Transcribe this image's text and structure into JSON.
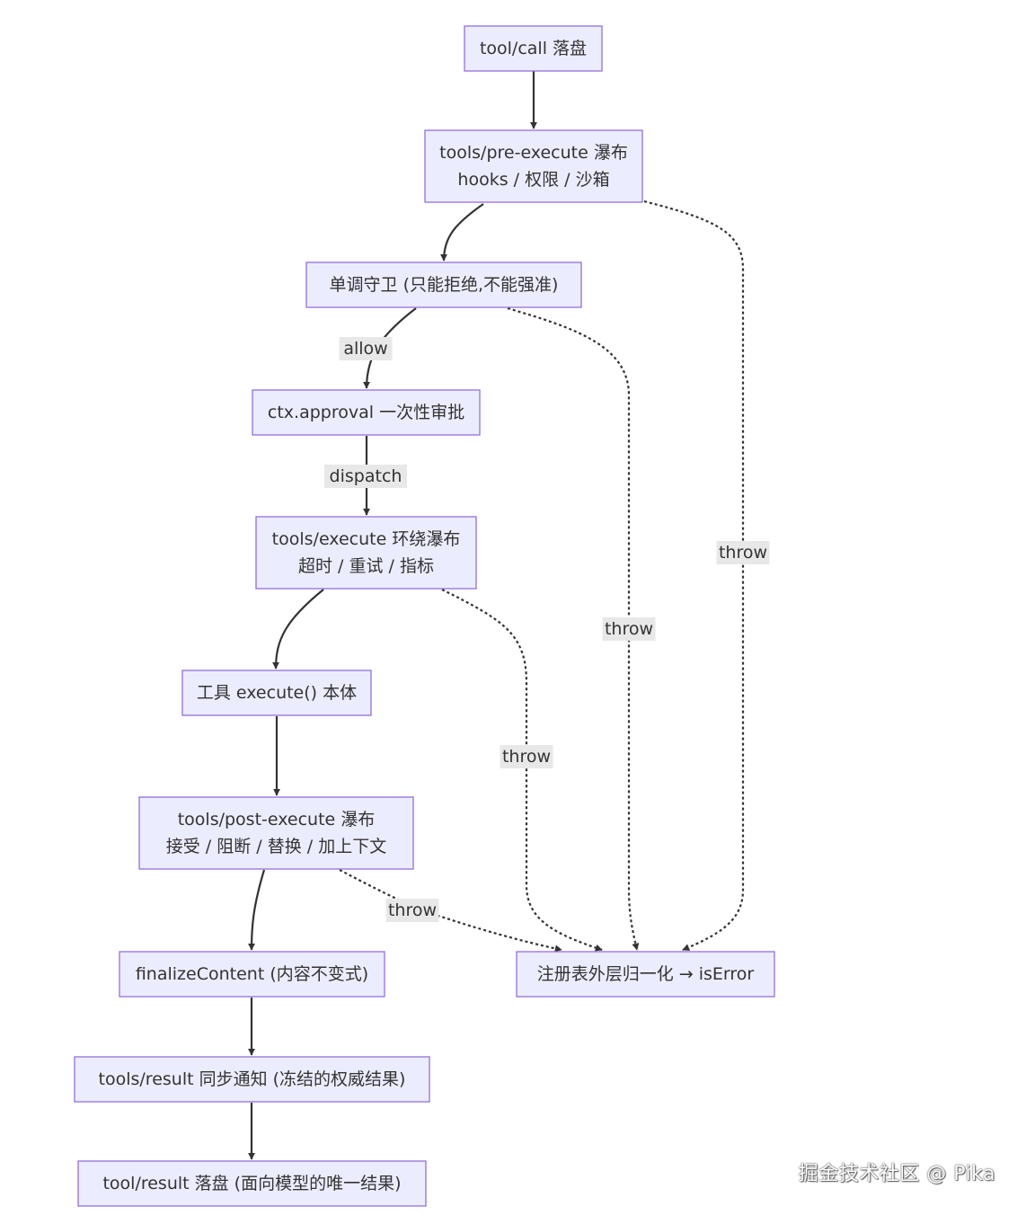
{
  "nodes": [
    {
      "id": "tool_call",
      "lines": [
        "tool/call 落盘"
      ]
    },
    {
      "id": "pre_execute",
      "lines": [
        "tools/pre-execute 瀑布",
        "hooks / 权限 / 沙箱"
      ]
    },
    {
      "id": "guard",
      "lines": [
        "单调守卫 (只能拒绝,不能强准)"
      ]
    },
    {
      "id": "approval",
      "lines": [
        "ctx.approval 一次性审批"
      ]
    },
    {
      "id": "execute_wrap",
      "lines": [
        "tools/execute 环绕瀑布",
        "超时 / 重试 / 指标"
      ]
    },
    {
      "id": "tool_body",
      "lines": [
        "工具 execute() 本体"
      ]
    },
    {
      "id": "post_execute",
      "lines": [
        "tools/post-execute 瀑布",
        "接受 / 阻断 / 替换 / 加上下文"
      ]
    },
    {
      "id": "finalize",
      "lines": [
        "finalizeContent (内容不变式)"
      ]
    },
    {
      "id": "result_sync",
      "lines": [
        "tools/result 同步通知 (冻结的权威结果)"
      ]
    },
    {
      "id": "tool_result",
      "lines": [
        "tool/result 落盘 (面向模型的唯一结果)"
      ]
    },
    {
      "id": "is_error",
      "lines": [
        "注册表外层归一化 → isError"
      ]
    }
  ],
  "edges": [
    {
      "from": "tool_call",
      "to": "pre_execute",
      "style": "solid",
      "label": ""
    },
    {
      "from": "pre_execute",
      "to": "guard",
      "style": "solid",
      "label": ""
    },
    {
      "from": "guard",
      "to": "approval",
      "style": "solid",
      "label": "allow"
    },
    {
      "from": "approval",
      "to": "execute_wrap",
      "style": "solid",
      "label": "dispatch"
    },
    {
      "from": "execute_wrap",
      "to": "tool_body",
      "style": "solid",
      "label": ""
    },
    {
      "from": "tool_body",
      "to": "post_execute",
      "style": "solid",
      "label": ""
    },
    {
      "from": "post_execute",
      "to": "finalize",
      "style": "solid",
      "label": ""
    },
    {
      "from": "finalize",
      "to": "result_sync",
      "style": "solid",
      "label": ""
    },
    {
      "from": "result_sync",
      "to": "tool_result",
      "style": "solid",
      "label": ""
    },
    {
      "from": "pre_execute",
      "to": "is_error",
      "style": "dashed",
      "label": "throw"
    },
    {
      "from": "guard",
      "to": "is_error",
      "style": "dashed",
      "label": "throw"
    },
    {
      "from": "execute_wrap",
      "to": "is_error",
      "style": "dashed",
      "label": "throw"
    },
    {
      "from": "post_execute",
      "to": "is_error",
      "style": "dashed",
      "label": "throw"
    }
  ],
  "colors": {
    "node_fill": "#ececff",
    "node_stroke": "#9370db",
    "edge": "#333333",
    "label_bg": "#e8e8e8",
    "text": "#333333"
  },
  "watermark": "掘金技术社区 @ Pika"
}
